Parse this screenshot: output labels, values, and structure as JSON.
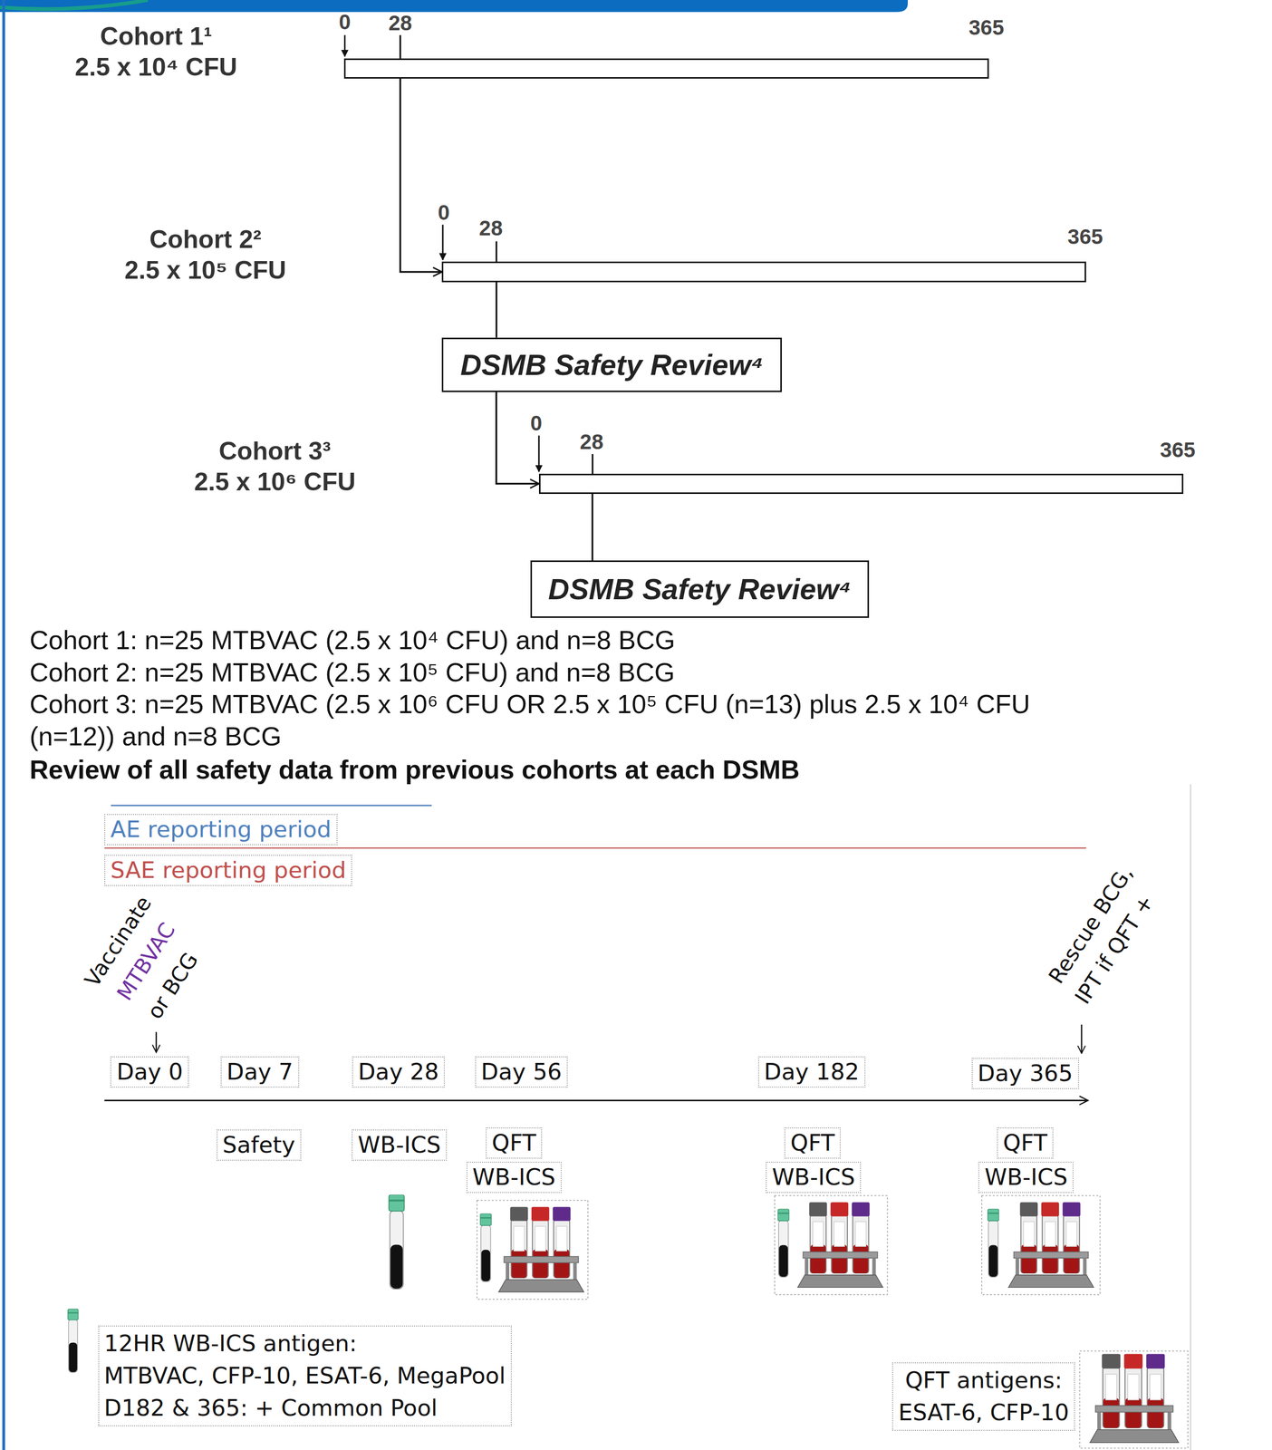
{
  "diagram": {
    "nodes": [
      {
        "text": [
          "Cohort 1¹",
          "2.5 x 10⁴ CFU"
        ]
      },
      {
        "text": [
          "Cohort 2²",
          "2.5 x 10⁵ CFU"
        ]
      },
      {
        "text": [
          "DSMB Safety Review⁴"
        ]
      },
      {
        "text": [
          "Cohort 3³",
          "2.5 x 10⁶ CFU"
        ]
      },
      {
        "text": [
          "DSMB Safety Review⁴"
        ]
      },
      {
        "text": [
          "AE reporting period"
        ]
      },
      {
        "text": [
          "SAE reporting period"
        ]
      },
      {
        "text": [
          "Day 0"
        ]
      },
      {
        "text": [
          "Day 7"
        ]
      },
      {
        "text": [
          "Day 28"
        ]
      },
      {
        "text": [
          "Day 56"
        ]
      },
      {
        "text": [
          "Day 182"
        ]
      },
      {
        "text": [
          "Day 365"
        ]
      },
      {
        "text": [
          "Safety"
        ]
      },
      {
        "text": [
          "WB-ICS"
        ]
      },
      {
        "text": [
          "QFT"
        ]
      },
      {
        "text": [
          "WB-ICS"
        ]
      },
      {
        "text": [
          "QFT"
        ]
      },
      {
        "text": [
          "WB-ICS"
        ]
      },
      {
        "text": [
          "QFT"
        ]
      },
      {
        "text": [
          "WB-ICS"
        ]
      },
      {
        "text": [
          "12HR WB-ICS antigen:",
          "MTBVAC, CFP-10, ESAT-6, MegaPool",
          "D182 & 365: + Common Pool"
        ]
      },
      {
        "text": [
          "QFT antigens:",
          "ESAT-6, CFP-10"
        ]
      }
    ],
    "edges": [
      {
        "from": 0,
        "to": 1,
        "arrow": "to"
      },
      {
        "from": 1,
        "to": 2,
        "arrow": "none"
      },
      {
        "from": 2,
        "to": 3,
        "arrow": "to"
      },
      {
        "from": 3,
        "to": 4,
        "arrow": "none"
      }
    ],
    "labels": [
      "0",
      "28",
      "365",
      "0",
      "28",
      "365",
      "0",
      "28",
      "365",
      "Cohort 1: n=25 MTBVAC (2.5 x 10⁴ CFU) and n=8 BCG",
      "Cohort 2: n=25 MTBVAC (2.5 x 10⁵ CFU) and n=8 BCG",
      "Cohort 3: n=25 MTBVAC (2.5 x 10⁶ CFU OR 2.5 x 10⁵ CFU (n=13) plus 2.5 x 10⁴ CFU (n=12)) and n=8 BCG",
      "Review of all safety data from previous cohorts at each DSMB",
      "Vaccinate",
      "MTBVAC",
      "or BCG",
      "Rescue BCG,",
      "IPT if QFT +"
    ]
  }
}
